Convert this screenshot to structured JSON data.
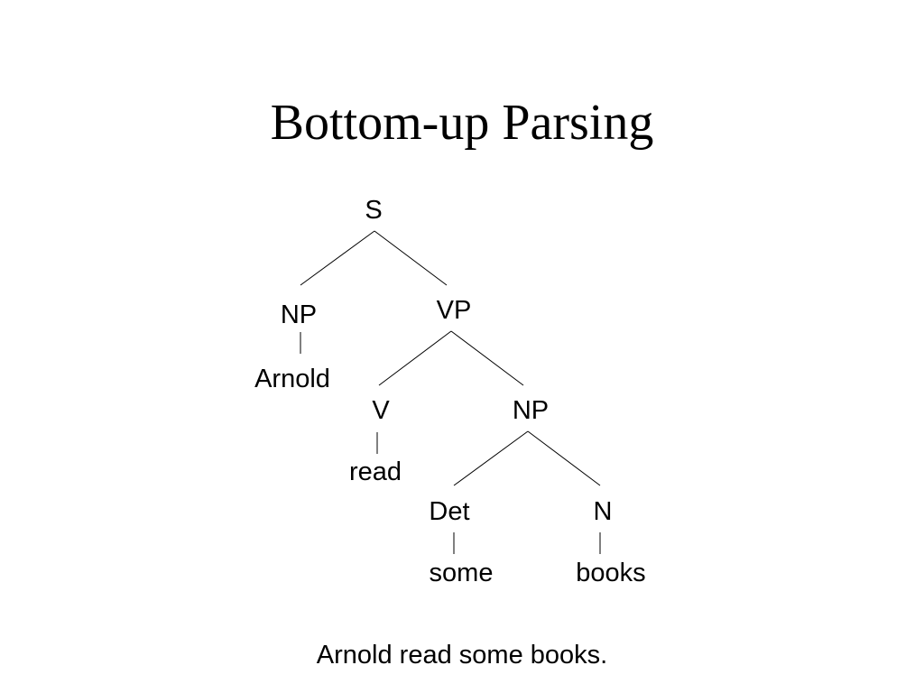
{
  "title": "Bottom-up Parsing",
  "caption": "Arnold read some books.",
  "tree": {
    "nodes": {
      "s": "S",
      "np_subject": "NP",
      "vp": "VP",
      "arnold": "Arnold",
      "v": "V",
      "np_object": "NP",
      "read": "read",
      "det": "Det",
      "n": "N",
      "some": "some",
      "books": "books"
    }
  }
}
